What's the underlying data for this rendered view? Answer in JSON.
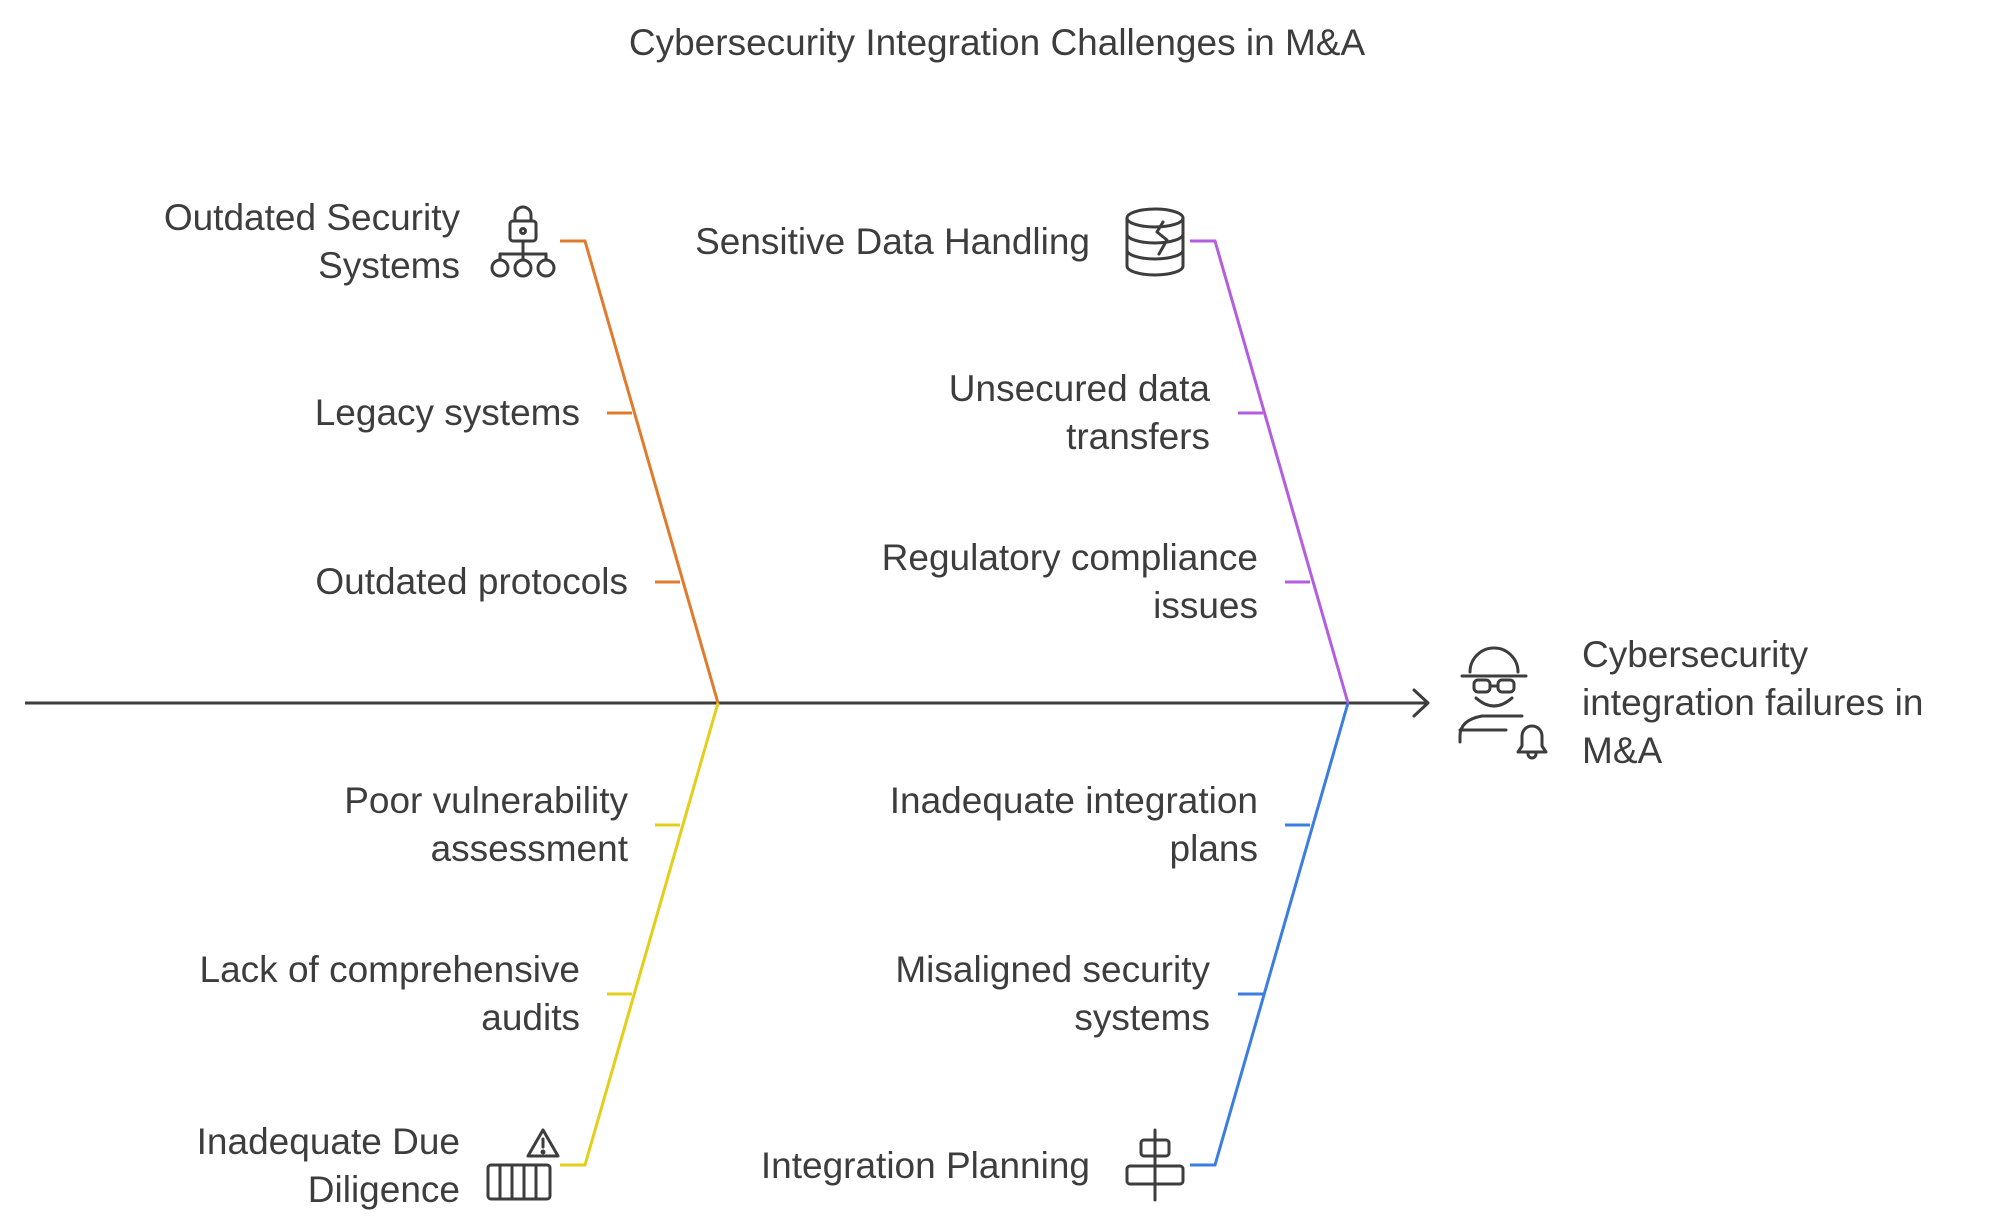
{
  "title": "Cybersecurity Integration Challenges in M&A",
  "effect": {
    "label": "Cybersecurity\nintegration failures in\nM&A",
    "icon": "hacker-alert-icon"
  },
  "categories": [
    {
      "name": "Outdated Security\nSystems",
      "icon": "security-network-icon",
      "color": "#e07b2e",
      "causes": [
        "Legacy systems",
        "Outdated protocols"
      ]
    },
    {
      "name": "Sensitive Data Handling",
      "icon": "database-icon",
      "color": "#b35ee0",
      "causes": [
        "Unsecured data\ntransfers",
        "Regulatory compliance\nissues"
      ]
    },
    {
      "name": "Inadequate Due\nDiligence",
      "icon": "warning-barrier-icon",
      "color": "#e3cf1a",
      "causes": [
        "Poor vulnerability\nassessment",
        "Lack of comprehensive\naudits"
      ]
    },
    {
      "name": "Integration Planning",
      "icon": "align-center-icon",
      "color": "#3b7de0",
      "causes": [
        "Inadequate integration\nplans",
        "Misaligned security\nsystems"
      ]
    }
  ]
}
